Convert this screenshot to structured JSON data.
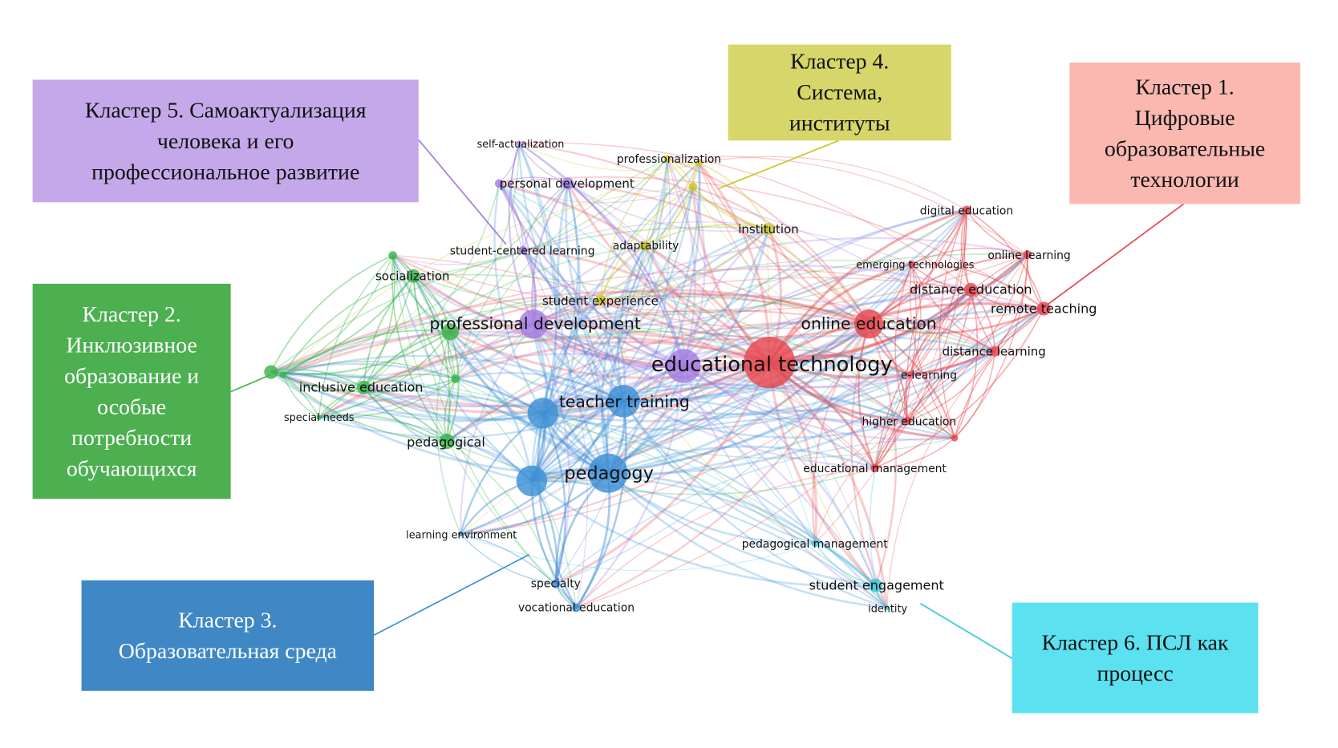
{
  "clusters": [
    {
      "id": "c1",
      "title": "Кластер 1.\nЦифровые\nобразовательные\nтехнологии",
      "color": "#e8474e",
      "box_color": "#fbb8b0",
      "text_color": "#111111"
    },
    {
      "id": "c2",
      "title": "Кластер 2.\nИнклюзивное\nобразование и\nособые\nпотребности\nобучающихся",
      "color": "#3bb54a",
      "box_color": "#4caf50",
      "text_color": "#ffffff"
    },
    {
      "id": "c3",
      "title": "Кластер 3.\nОбразовательная среда",
      "color": "#3d8fd6",
      "box_color": "#3f88c5",
      "text_color": "#ffffff"
    },
    {
      "id": "c4",
      "title": "Кластер 4.\nСистема,\nинституты",
      "color": "#c9c82a",
      "box_color": "#d6d66a",
      "text_color": "#111111"
    },
    {
      "id": "c5",
      "title": "Кластер 5. Самоактуализация\nчеловека и его\nпрофессиональное развитие",
      "color": "#a47de0",
      "box_color": "#c5a8ea",
      "text_color": "#111111"
    },
    {
      "id": "c6",
      "title": "Кластер 6. ПСЛ как\nпроцесс",
      "color": "#39c6dc",
      "box_color": "#5ce1f0",
      "text_color": "#111111"
    }
  ],
  "nodes": [
    {
      "id": "n1",
      "label": "educational technology",
      "cluster": "c1"
    },
    {
      "id": "n2",
      "label": "online education",
      "cluster": "c1"
    },
    {
      "id": "n3",
      "label": "digital education",
      "cluster": "c1"
    },
    {
      "id": "n4",
      "label": "online learning",
      "cluster": "c1"
    },
    {
      "id": "n5",
      "label": "emerging technologies",
      "cluster": "c1"
    },
    {
      "id": "n6",
      "label": "distance education",
      "cluster": "c1"
    },
    {
      "id": "n7",
      "label": "remote teaching",
      "cluster": "c1"
    },
    {
      "id": "n8",
      "label": "distance learning",
      "cluster": "c1"
    },
    {
      "id": "n9",
      "label": "e-learning",
      "cluster": "c1"
    },
    {
      "id": "n10",
      "label": "higher education",
      "cluster": "c1"
    },
    {
      "id": "n11",
      "label": "educational management",
      "cluster": "c1"
    },
    {
      "id": "n12",
      "label": "",
      "cluster": "c1"
    },
    {
      "id": "n13",
      "label": "professional development",
      "cluster": "c5"
    },
    {
      "id": "n14",
      "label": "",
      "cluster": "c5"
    },
    {
      "id": "n15",
      "label": "personal development",
      "cluster": "c5"
    },
    {
      "id": "n16",
      "label": "",
      "cluster": "c5"
    },
    {
      "id": "n17",
      "label": "self-actualization",
      "cluster": "c5"
    },
    {
      "id": "n18",
      "label": "student-centered learning",
      "cluster": "c5"
    },
    {
      "id": "n19",
      "label": "professionalization",
      "cluster": "c4"
    },
    {
      "id": "n20",
      "label": "",
      "cluster": "c4"
    },
    {
      "id": "n21",
      "label": "",
      "cluster": "c4"
    },
    {
      "id": "n22",
      "label": "institution",
      "cluster": "c4"
    },
    {
      "id": "n23",
      "label": "adaptability",
      "cluster": "c4"
    },
    {
      "id": "n24",
      "label": "student experience",
      "cluster": "c4"
    },
    {
      "id": "n25",
      "label": "socialization",
      "cluster": "c2"
    },
    {
      "id": "n26",
      "label": "",
      "cluster": "c2"
    },
    {
      "id": "n27",
      "label": "",
      "cluster": "c2"
    },
    {
      "id": "n28",
      "label": "inclusive education",
      "cluster": "c2"
    },
    {
      "id": "n29",
      "label": "",
      "cluster": "c2"
    },
    {
      "id": "n30",
      "label": "",
      "cluster": "c2"
    },
    {
      "id": "n31",
      "label": "special needs",
      "cluster": "c2"
    },
    {
      "id": "n32",
      "label": "",
      "cluster": "c2"
    },
    {
      "id": "n33",
      "label": "pedagogical",
      "cluster": "c2"
    },
    {
      "id": "n34",
      "label": "teacher training",
      "cluster": "c3"
    },
    {
      "id": "n35",
      "label": "",
      "cluster": "c3"
    },
    {
      "id": "n36",
      "label": "pedagogy",
      "cluster": "c3"
    },
    {
      "id": "n37",
      "label": "",
      "cluster": "c3"
    },
    {
      "id": "n38",
      "label": "learning environment",
      "cluster": "c3"
    },
    {
      "id": "n39",
      "label": "specialty",
      "cluster": "c3"
    },
    {
      "id": "n40",
      "label": "vocational education",
      "cluster": "c3"
    },
    {
      "id": "n41",
      "label": "pedagogical management",
      "cluster": "c6"
    },
    {
      "id": "n42",
      "label": "student engagement",
      "cluster": "c6"
    },
    {
      "id": "n43",
      "label": "identity",
      "cluster": "c6"
    }
  ]
}
